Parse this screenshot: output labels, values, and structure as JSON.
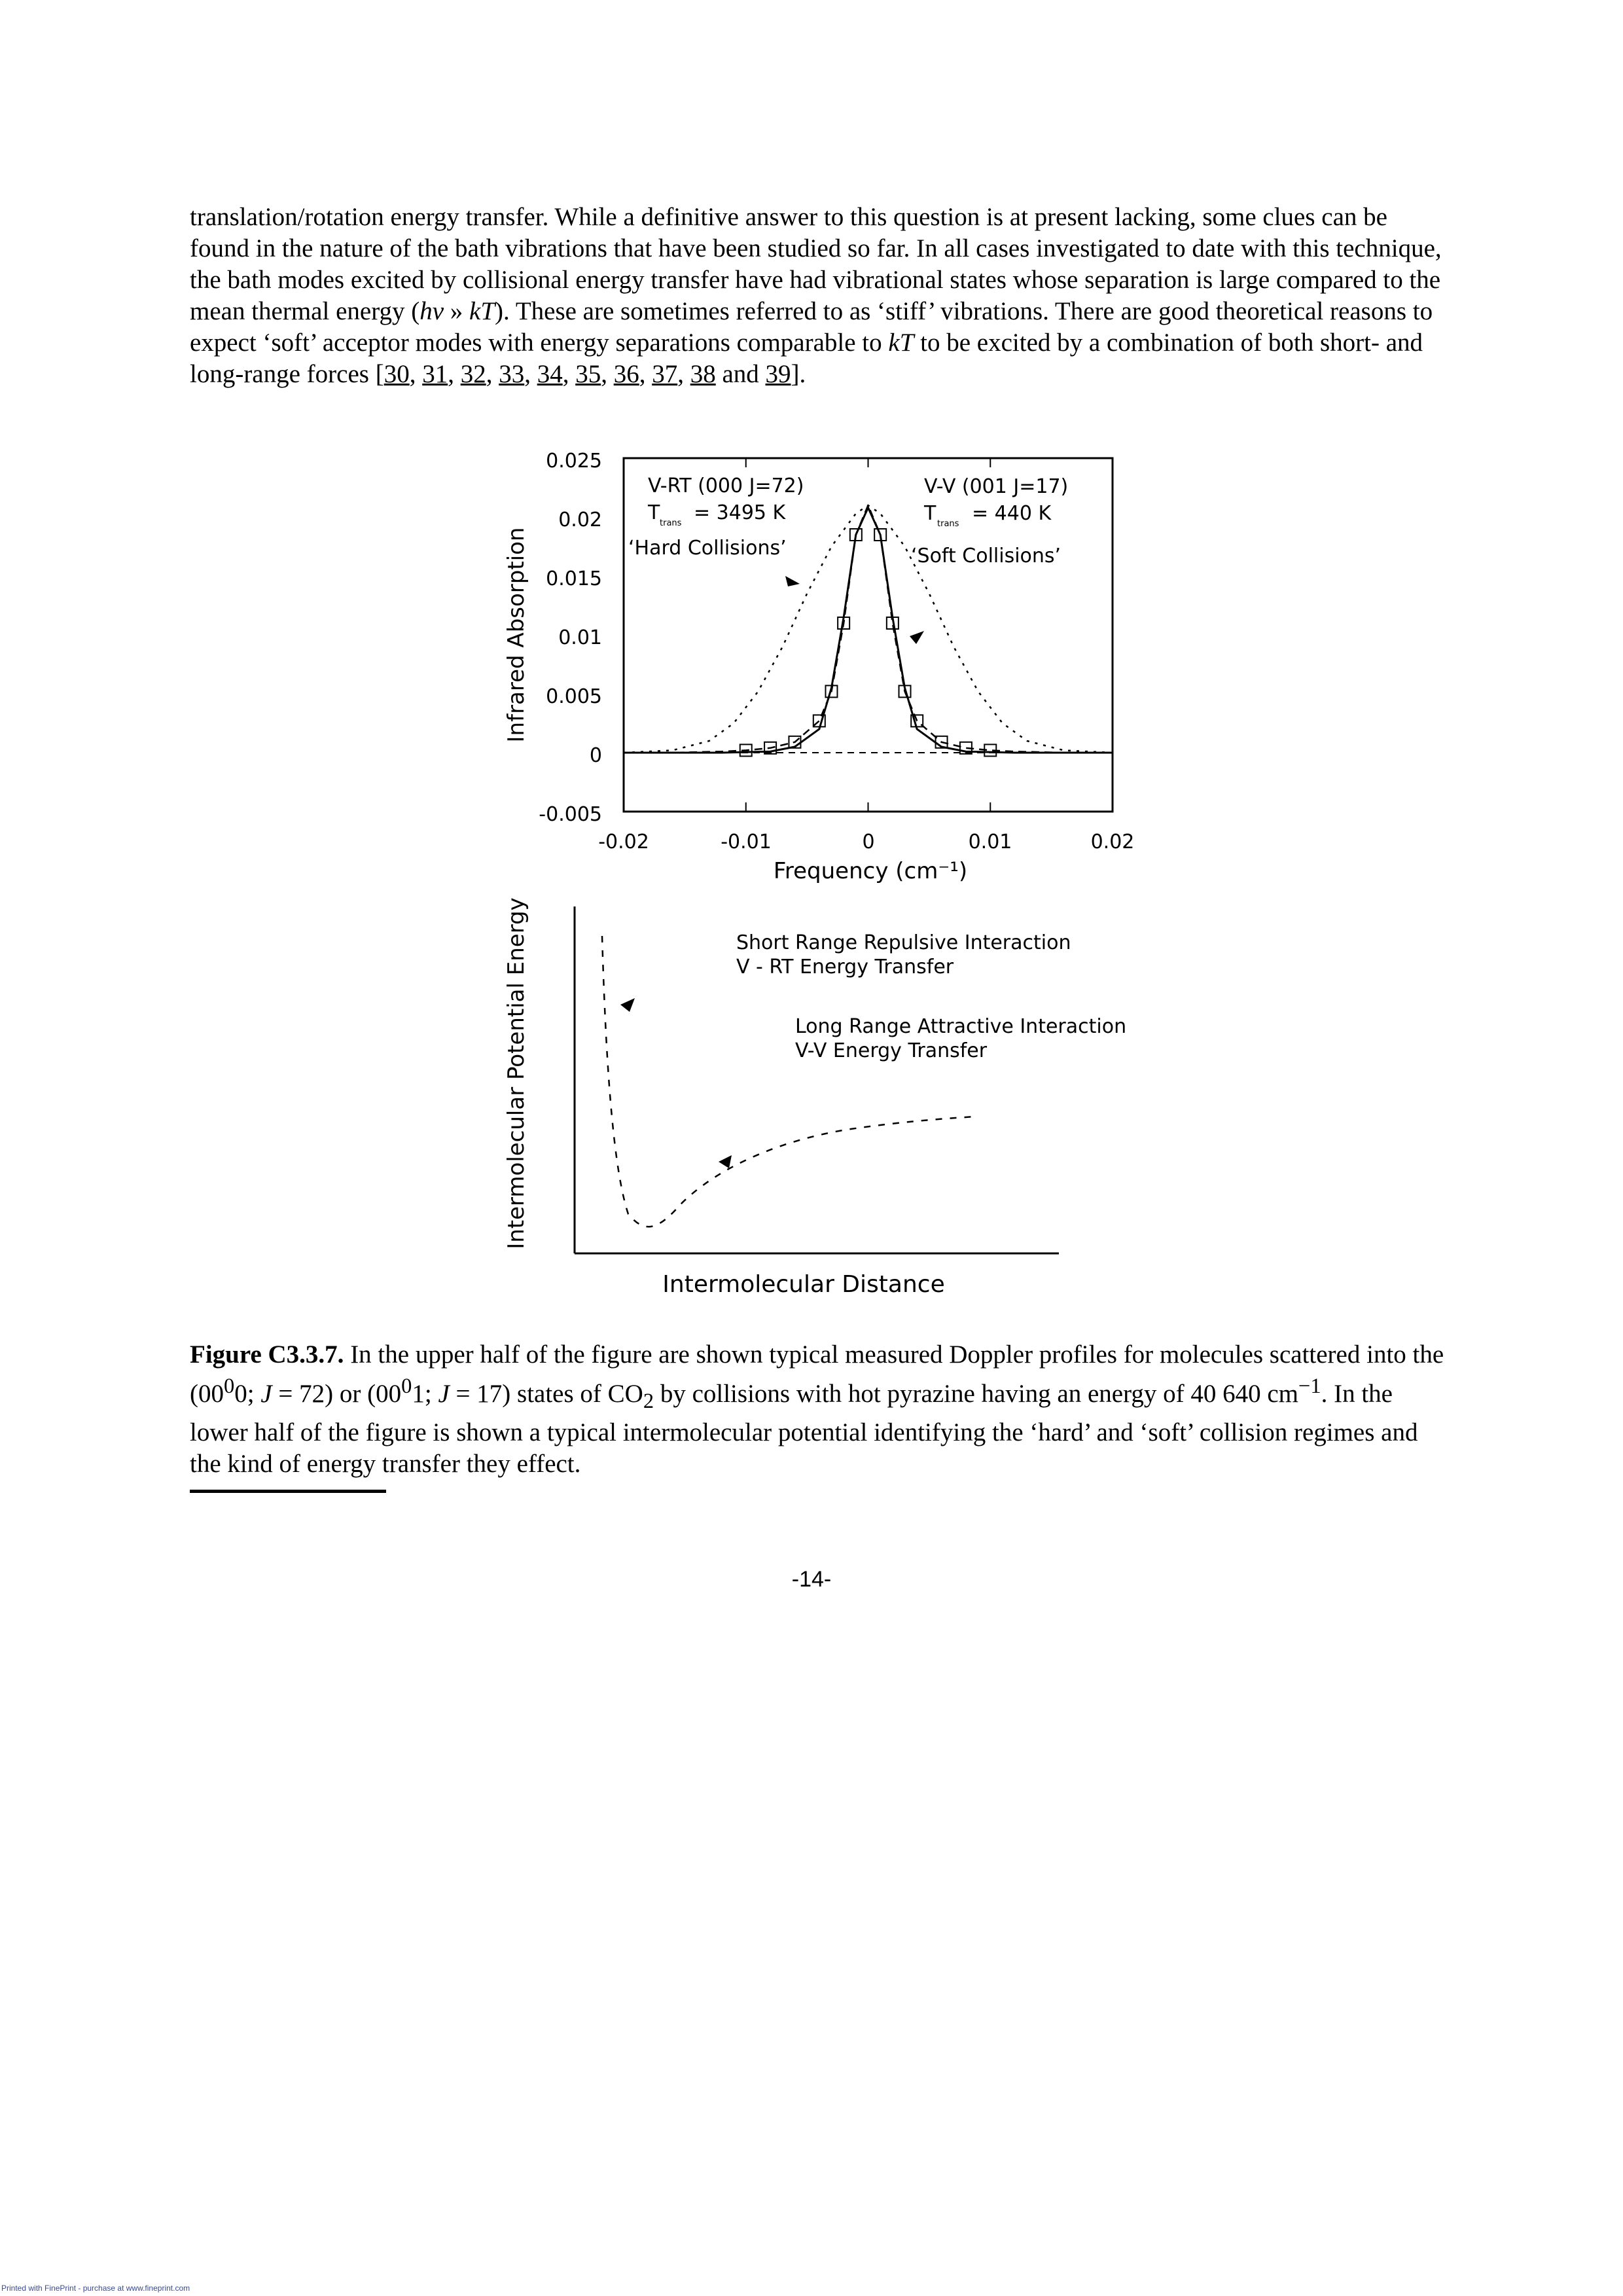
{
  "body": {
    "text_1": "translation/rotation energy transfer. While a definitive answer to this question is at present lacking, some clues can be found in the nature of the bath vibrations that have been studied so far. In all cases investigated to date with this technique, the bath modes excited by collisional energy transfer have had vibrational states whose separation is large compared to the mean thermal energy (",
    "math_hv": "hν",
    "text_2": " » ",
    "math_kt": "kT",
    "text_3": "). These are sometimes referred to as ‘stiff’ vibrations. There are good theoretical reasons to expect ‘soft’ acceptor modes with energy separations comparable to ",
    "math_kt2": "kT",
    "text_4": " to be excited by a combination of both short- and long-range forces [",
    "refs": [
      "30",
      "31",
      "32",
      "33",
      "34",
      "35",
      "36",
      "37",
      "38"
    ],
    "refs_and": " and ",
    "ref_last": "39",
    "text_end": "]."
  },
  "chart_data": [
    {
      "type": "line",
      "xlabel": "Frequency (cm⁻¹)",
      "ylabel": "Infrared Absorption",
      "xlim": [
        -0.02,
        0.02
      ],
      "ylim": [
        -0.005,
        0.025
      ],
      "x_ticks": [
        "-0.02",
        "-0.01",
        "0",
        "0.01",
        "0.02"
      ],
      "y_ticks": [
        "0.025",
        "0.02",
        "0.015",
        "0.01",
        "0.005",
        "0",
        "-0.005"
      ],
      "annotations": {
        "left_title": "V-RT (000 J=72)",
        "left_temp_symbol": "T",
        "left_temp_sub": "trans",
        "left_temp_value": "= 3495 K",
        "left_label": "‘Hard Collisions’",
        "right_title": "V-V (001 J=17)",
        "right_temp_symbol": "T",
        "right_temp_sub": "trans",
        "right_temp_value": "= 440 K",
        "right_label": "‘Soft Collisions’"
      },
      "series": [
        {
          "style": "dashed-with-squares",
          "x": [
            -0.02,
            -0.016,
            -0.012,
            -0.01,
            -0.008,
            -0.006,
            -0.004,
            -0.003,
            -0.002,
            -0.001,
            0.0,
            0.001,
            0.002,
            0.003,
            0.004,
            0.006,
            0.008,
            0.01,
            0.012,
            0.016,
            0.02
          ],
          "y": [
            0.0,
            0.0,
            0.0001,
            0.0002,
            0.0004,
            0.0009,
            0.0027,
            0.0052,
            0.011,
            0.0185,
            0.021,
            0.0185,
            0.011,
            0.0052,
            0.0027,
            0.0009,
            0.0004,
            0.0002,
            0.0001,
            0.0,
            0.0
          ]
        },
        {
          "style": "solid",
          "x": [
            -0.02,
            -0.012,
            -0.008,
            -0.006,
            -0.004,
            -0.003,
            -0.002,
            -0.001,
            0.0,
            0.001,
            0.002,
            0.003,
            0.004,
            0.006,
            0.008,
            0.012,
            0.02
          ],
          "y": [
            0.0,
            0.0,
            0.0001,
            0.0005,
            0.002,
            0.0055,
            0.0115,
            0.0185,
            0.0208,
            0.0185,
            0.0115,
            0.0055,
            0.002,
            0.0005,
            0.0001,
            0.0,
            0.0
          ]
        },
        {
          "style": "dotted",
          "x": [
            -0.02,
            -0.016,
            -0.013,
            -0.011,
            -0.009,
            -0.007,
            -0.005,
            -0.003,
            -0.001,
            0.0,
            0.001,
            0.003,
            0.005,
            0.007,
            0.009,
            0.011,
            0.013,
            0.016,
            0.02
          ],
          "y": [
            0.0,
            0.0002,
            0.001,
            0.0025,
            0.0052,
            0.009,
            0.0135,
            0.0175,
            0.0203,
            0.021,
            0.0203,
            0.0175,
            0.0135,
            0.009,
            0.0052,
            0.0025,
            0.001,
            0.0002,
            0.0
          ]
        }
      ]
    },
    {
      "type": "line",
      "xlabel": "Intermolecular Distance",
      "ylabel": "Intermolecular Potential Energy",
      "annotations": {
        "short_range_1": "Short Range Repulsive Interaction",
        "short_range_2": "V - RT Energy Transfer",
        "long_range_1": "Long Range Attractive Interaction",
        "long_range_2": "V-V Energy Transfer"
      },
      "series": [
        {
          "style": "dashed",
          "shape": "potential-well"
        }
      ]
    }
  ],
  "caption": {
    "label": "Figure C3.3.7.",
    "t1": " In the upper half of the figure are shown typical measured Doppler profiles for molecules scattered into the (00",
    "sup1": "0",
    "t2": "0; ",
    "j1": "J",
    "t3": " = 72) or (00",
    "sup2": "0",
    "t4": "1; ",
    "j2": "J",
    "t5": " = 17) states of CO",
    "sub_co2": "2",
    "t6": " by collisions with hot pyrazine having an energy of 40 640 cm",
    "sup_cm": "−1",
    "t7": ". In the lower half of the figure is shown a typical intermolecular potential identifying the ‘hard’ and ‘soft’ collision regimes and the kind of energy transfer they effect."
  },
  "page_number": "-14-",
  "footer": "Printed with FinePrint - purchase at www.fineprint.com"
}
